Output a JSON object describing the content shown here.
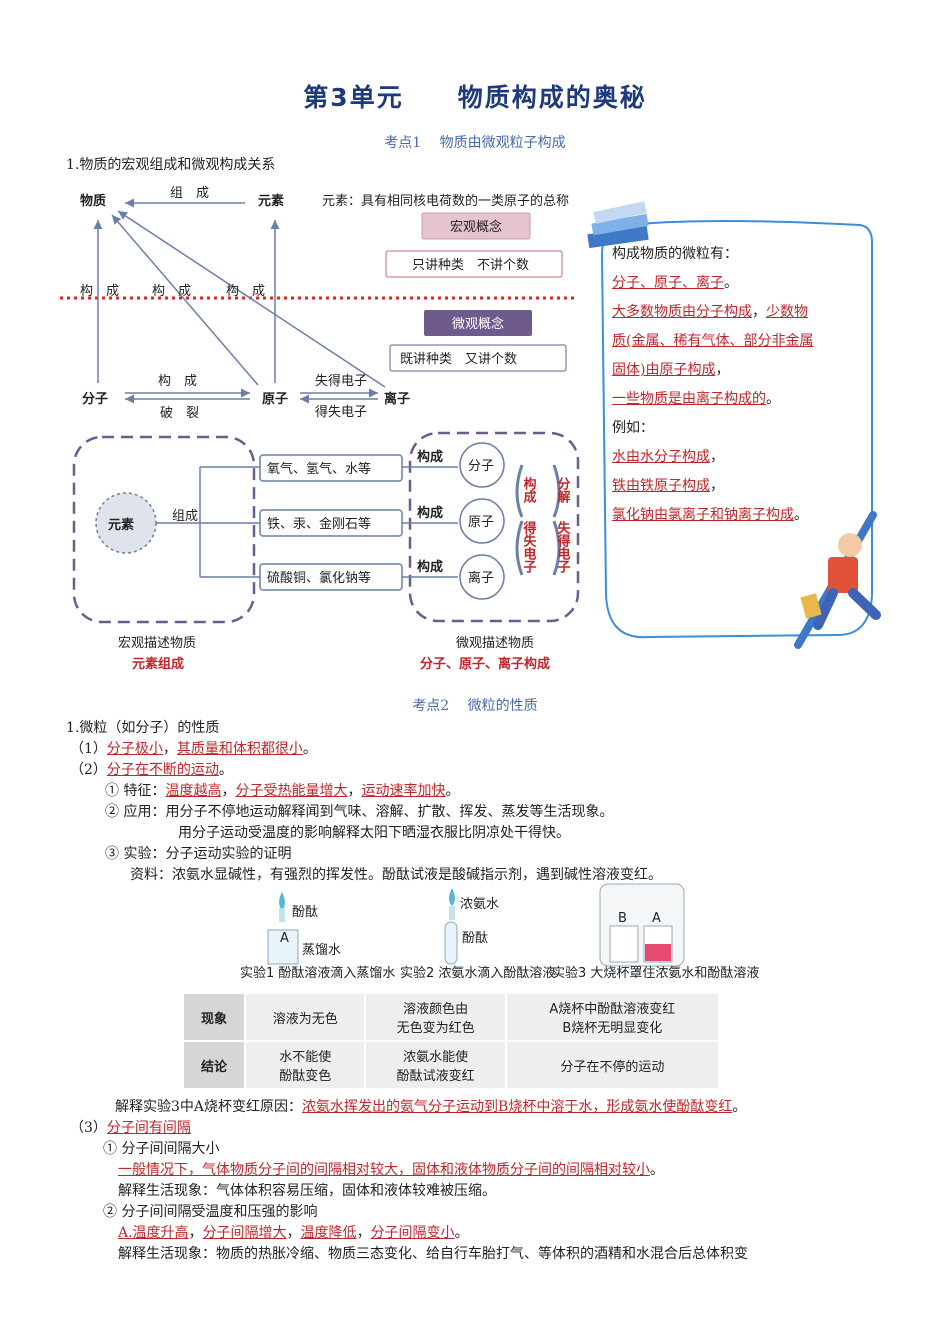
{
  "title": "第3单元　　物质构成的奥秘",
  "kaodian1": "考点1　 物质由微观粒子构成",
  "sec1_heading": "1.物质的宏观组成和微观构成关系",
  "diagram": {
    "wuzhi": "物质",
    "yuansu": "元素",
    "fenzi": "分子",
    "yuanzi": "原子",
    "lizi": "离子",
    "zucheng": "组　成",
    "goucheng": "构　成",
    "polie": "破　裂",
    "shi_dianzi": "失得电子",
    "de_dianzi": "得失电子",
    "yuansu_def": "元素：具有相同核电荷数的一类原子的总称",
    "hongguan_gainian": "宏观概念",
    "hongguan_desc": "只讲种类　不讲个数",
    "weiguan_gainian": "微观概念",
    "weiguan_desc": "既讲种类　又讲个数",
    "yuansu_circle": "元素",
    "zucheng2": "组成",
    "box1": "氧气、氢气、水等",
    "box2": "铁、汞、金刚石等",
    "box3": "硫酸铜、氯化钠等",
    "goucheng_small": "构成",
    "c_fenzi": "分子",
    "c_yuanzi": "原子",
    "c_lizi": "离子",
    "arr_goucheng": "构成",
    "arr_fenjie": "分解",
    "arr_deshi": "得失电子",
    "arr_shide": "失得电子",
    "hongguan_caption": "宏观描述物质",
    "hongguan_caption2": "元素组成",
    "weiguan_caption": "微观描述物质",
    "weiguan_caption2": "分子、原子、离子构成"
  },
  "side": {
    "l1": "构成物质的微粒有：",
    "l2": "分子、原子、离子",
    "l2b": "。",
    "l3a": "大多数物质由分子构成",
    "l3b": "，",
    "l3c": "少数物",
    "l4": "质(金属、稀有气体、部分非金属",
    "l5": "固体)由原子构成",
    "l5b": "，",
    "l6": "一些物质是由离子构成的",
    "l6b": "。",
    "l7": "例如：",
    "l8": "水由水分子构成",
    "l8b": "，",
    "l9": "铁由铁原子构成",
    "l9b": "，",
    "l10": "氯化钠由氯离子和钠离子构成",
    "l10b": "。"
  },
  "kaodian2": "考点2　 微粒的性质",
  "sec2": {
    "heading": "1.微粒（如分子）的性质",
    "p1a": "（1）",
    "p1b": "分子极小",
    "p1c": "，",
    "p1d": "其质量和体积都很小",
    "p1e": "。",
    "p2a": "（2）",
    "p2b": "分子在不断的运动",
    "p2c": "。",
    "t1a": "① 特征：",
    "t1b": "温度越高",
    "t1c": "，",
    "t1d": "分子受热能量增大",
    "t1e": "，",
    "t1f": "运动速率加快",
    "t1g": "。",
    "t2": "② 应用：用分子不停地运动解释闻到气味、溶解、扩散、挥发、蒸发等生活现象。",
    "t3": "用分子运动受温度的影响解释太阳下晒湿衣服比阴凉处干得快。",
    "t4": "③ 实验：分子运动实验的证明",
    "t5": "资料：浓氨水显碱性，有强烈的挥发性。酚酞试液是酸碱指示剂，遇到碱性溶液变红。"
  },
  "experiment": {
    "label1": "酚酞",
    "label1b": "蒸馏水",
    "label1c": "A",
    "cap1": "实验1 酚酞溶液滴入蒸馏水",
    "label2": "浓氨水",
    "label2b": "酚酞",
    "cap2": "实验2 浓氨水滴入酚酞溶液",
    "label3a": "B",
    "label3b": "A",
    "cap3": "实验3 大烧杯罩住浓氨水和酚酞溶液"
  },
  "table": {
    "r1h": "现象",
    "r1c1": "溶液为无色",
    "r1c2": "溶液颜色由无色变为红色",
    "r1c2a": "溶液颜色由",
    "r1c2b": "无色变为红色",
    "r1c3a": "A烧杯中酚酞溶液变红",
    "r1c3b": "B烧杯无明显变化",
    "r2h": "结论",
    "r2c1a": "水不能使",
    "r2c1b": "酚酞变色",
    "r2c2a": "浓氨水能使",
    "r2c2b": "酚酞试液变红",
    "r2c3": "分子在不停的运动"
  },
  "sec3": {
    "explain_a": "解释实验3中A烧杯变红原因：",
    "explain_b": "浓氨水挥发出的氨气分子运动到B烧杯中溶于水，形成氨水使酚酞变红",
    "explain_c": "。",
    "p3a": "（3）",
    "p3b": "分子间有间隔",
    "s1": "① 分子间间隔大小",
    "s1r": "一般情况下，气体物质分子间的间隔相对较大，固体和液体物质分子间的间隔相对较小",
    "s1e": "。",
    "s1x": "解释生活现象：气体体积容易压缩，固体和液体较难被压缩。",
    "s2": "② 分子间间隔受温度和压强的影响",
    "s2a": "A.温度升高",
    "s2b": "，",
    "s2c": "分子间隔增大",
    "s2d": "，",
    "s2e": "温度降低",
    "s2f": "，",
    "s2g": "分子间隔变小",
    "s2h": "。",
    "s2x": "解释生活现象：物质的热胀冷缩、物质三态变化、给自行车胎打气、等体积的酒精和水混合后总体积变"
  }
}
